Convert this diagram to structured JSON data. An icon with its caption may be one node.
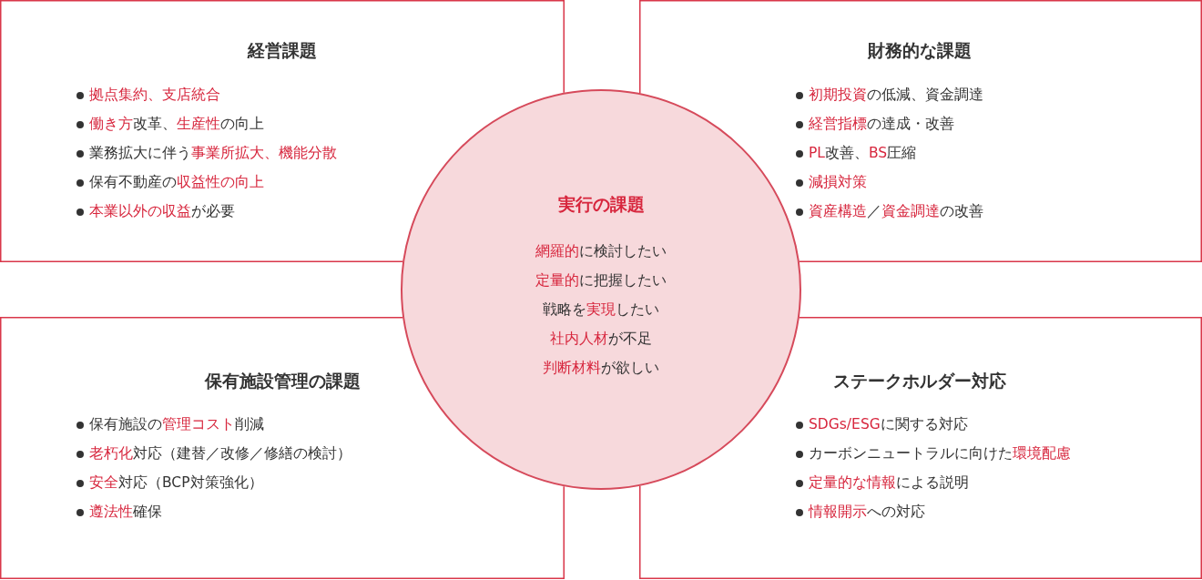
{
  "diagram": {
    "nodes": [
      {
        "text": [
          "経営課題",
          "**拠点集約、支店統合**",
          "**働き方**改革、**生産性**の向上",
          "業務拡大に伴う**事業所拡大、機能分散**",
          "保有不動産の**収益性の向上**",
          "**本業以外の収益**が必要"
        ]
      },
      {
        "text": [
          "財務的な課題",
          "**初期投資**の低減、資金調達",
          "**経営指標**の達成・改善",
          "**PL**改善、**BS**圧縮",
          "**減損対策**",
          "**資産構造**／**資金調達**の改善"
        ]
      },
      {
        "text": [
          "保有施設管理の課題",
          "保有施設の**管理コスト**削減",
          "**老朽化**対応（建替／改修／修繕の検討）",
          "**安全**対応（BCP対策強化）",
          "**遵法性**確保"
        ]
      },
      {
        "text": [
          "ステークホルダー対応",
          "**SDGs/ESG**に関する対応",
          "カーボンニュートラルに向けた**環境配慮**",
          "**定量的な情報**による説明",
          "**情報開示**への対応"
        ]
      },
      {
        "text": [
          "実行の課題",
          "**網羅的**に検討したい",
          "**定量的**に把握したい",
          "戦略を**実現**したい",
          "**社内人材**が不足",
          "**判断材料**が欲しい"
        ]
      }
    ]
  }
}
